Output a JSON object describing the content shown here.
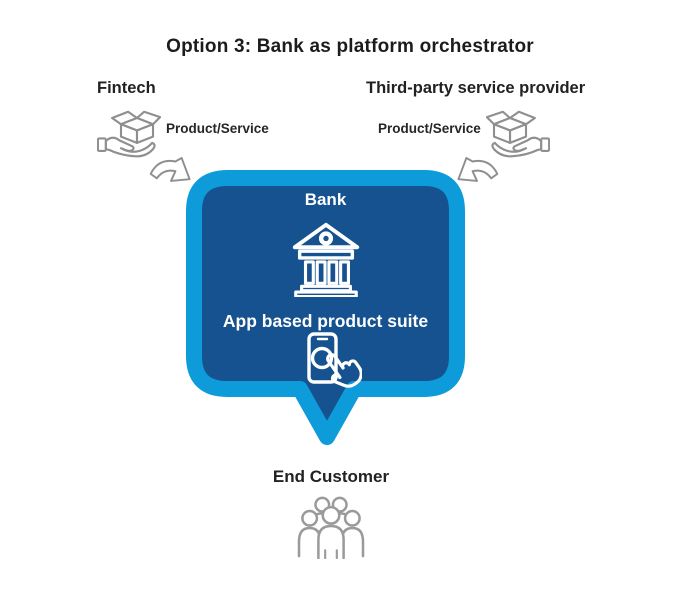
{
  "title": "Option 3: Bank as platform orchestrator",
  "left_source": {
    "label": "Fintech",
    "flow_label": "Product/Service",
    "icon": "hand-gift-box-icon"
  },
  "right_source": {
    "label": "Third-party service provider",
    "flow_label": "Product/Service",
    "icon": "hand-gift-box-icon"
  },
  "arrows": {
    "left": "curved-arrow-down-right",
    "right": "curved-arrow-down-left"
  },
  "platform": {
    "title": "Bank",
    "icon": "bank-building-icon",
    "subtitle": "App based product suite",
    "subtitle_icon": "phone-tap-icon",
    "shape": "speech-bubble-pointing-down"
  },
  "target": {
    "label": "End Customer",
    "icon": "people-group-icon"
  },
  "colors": {
    "bubble_fill": "#15528F",
    "bubble_border": "#0D9BD9",
    "icon_gray": "#8F8F8F",
    "text_dark": "#222222",
    "text_on_blue": "#FFFFFF",
    "background": "#FFFFFF"
  }
}
